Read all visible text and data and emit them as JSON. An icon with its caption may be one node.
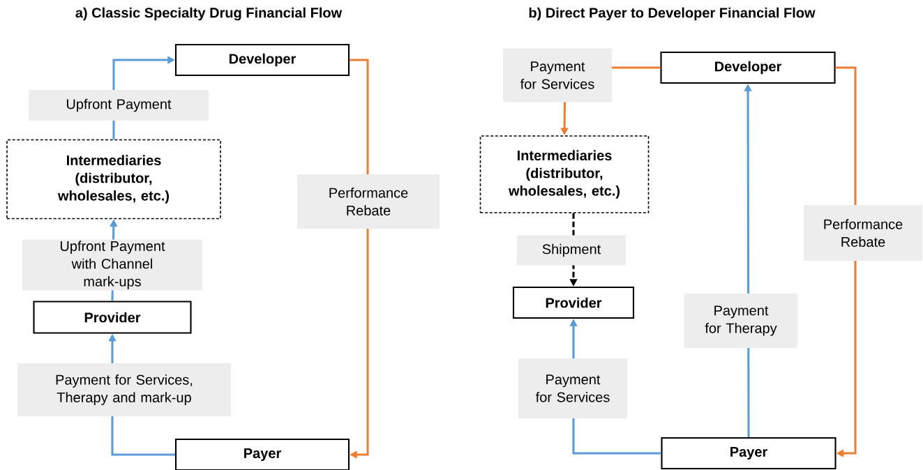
{
  "diagram": {
    "nodes": [
      {
        "text": [
          "Developer"
        ]
      },
      {
        "text": [
          "Intermediaries (distributor, wholesales, etc.)"
        ]
      },
      {
        "text": [
          "Provider"
        ]
      },
      {
        "text": [
          "Payer"
        ]
      },
      {
        "text": [
          "Developer"
        ]
      },
      {
        "text": [
          "Intermediaries (distributor, wholesales, etc.)"
        ]
      },
      {
        "text": [
          "Provider"
        ]
      },
      {
        "text": [
          "Payer"
        ]
      }
    ],
    "edges": [
      {
        "from": 1,
        "to": 0,
        "arrow": "to",
        "label": "Upfront Payment"
      },
      {
        "from": 2,
        "to": 1,
        "arrow": "to",
        "label": "Upfront Payment with Channel mark-ups"
      },
      {
        "from": 3,
        "to": 2,
        "arrow": "to",
        "label": "Payment for Services, Therapy and mark-up"
      },
      {
        "from": 0,
        "to": 3,
        "arrow": "to",
        "label": "Performance Rebate",
        "color": "#ed7d31"
      },
      {
        "from": 4,
        "to": 5,
        "arrow": "to",
        "label": "Payment for Services",
        "color": "#ed7d31"
      },
      {
        "from": 5,
        "to": 6,
        "arrow": "to",
        "label": "Shipment",
        "style": "dashed",
        "color": "#000000"
      },
      {
        "from": 7,
        "to": 6,
        "arrow": "to",
        "label": "Payment for Services"
      },
      {
        "from": 7,
        "to": 4,
        "arrow": "to",
        "label": "Payment for Therapy"
      },
      {
        "from": 4,
        "to": 7,
        "arrow": "to",
        "label": "Performance Rebate",
        "color": "#ed7d31"
      }
    ],
    "labels": [
      "a) Classic Specialty Drug Financial Flow",
      "b) Direct Payer to Developer Financial Flow"
    ]
  }
}
